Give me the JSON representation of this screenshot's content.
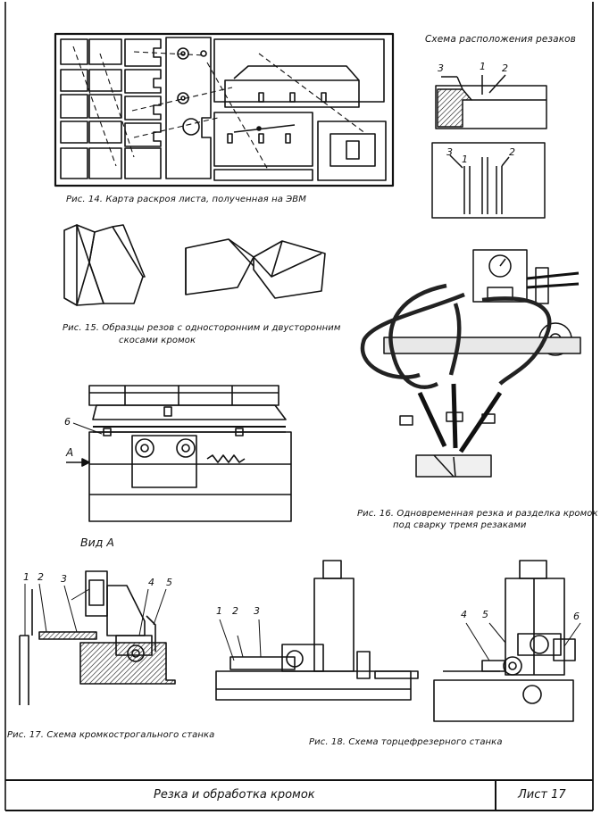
{
  "fig14": {
    "caption": "Рис. 14.  Карта раскроя листа, полученная на ЭВМ"
  },
  "scheme": {
    "title": "Схема расположения резаков",
    "top_labels": [
      "3",
      "1",
      "2"
    ],
    "bottom_labels": [
      "3",
      "1",
      "2"
    ]
  },
  "fig15": {
    "caption_line1": "Рис. 15.  Образцы резов с односторонним и двусторонним",
    "caption_line2": "скосами кромок"
  },
  "fig16": {
    "caption_line1": "Рис. 16.  Одновременная резка и разделка кромок",
    "caption_line2": "под сварку тремя резаками"
  },
  "view_a": {
    "label_6": "6",
    "label_a": "А",
    "title": "Вид А"
  },
  "fig17": {
    "caption": "Рис. 17.  Схема кромкострогального станка",
    "labels": [
      "1",
      "2",
      "3",
      "4",
      "5"
    ]
  },
  "fig18": {
    "caption": "Рис. 18.  Схема торцефрезерного станка",
    "labels": [
      "1",
      "2",
      "3",
      "4",
      "5",
      "6"
    ]
  },
  "footer": {
    "title": "Резка  и  обработка  кромок",
    "sheet": "Лист  17"
  }
}
